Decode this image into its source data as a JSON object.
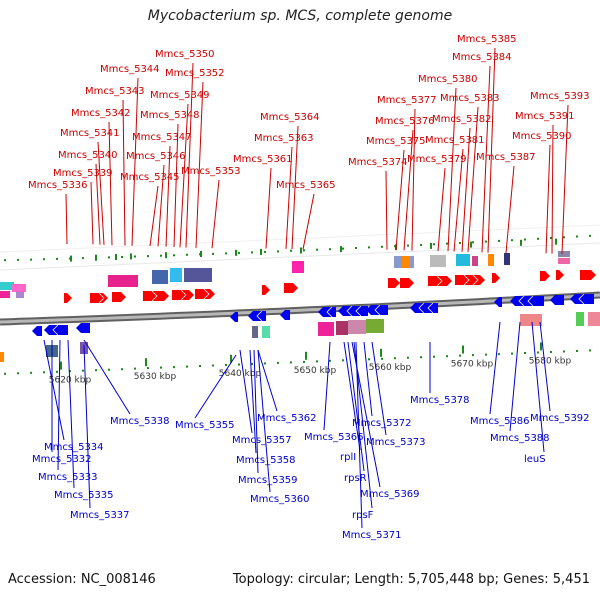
{
  "title": "Mycobacterium sp. MCS, complete genome",
  "footer": {
    "accession": "Accession: NC_008146",
    "summary": "Topology: circular; Length: 5,705,448 bp; Genes: 5,451"
  },
  "colors": {
    "top_labels": "#cc0000",
    "bottom_labels": "#0000cc",
    "forward_genes": "#ff0000",
    "reverse_genes": "#0000ee",
    "ticks": "#1a8a1a",
    "backbone": "#808080"
  },
  "scale_ticks": [
    "5620 kbp",
    "5630 kbp",
    "5640 kbp",
    "5650 kbp",
    "5660 kbp",
    "5670 kbp",
    "5680 kbp"
  ],
  "top_labels": [
    "Mmcs_5336",
    "Mmcs_5339",
    "Mmcs_5340",
    "Mmcs_5341",
    "Mmcs_5342",
    "Mmcs_5343",
    "Mmcs_5344",
    "Mmcs_5345",
    "Mmcs_5346",
    "Mmcs_5347",
    "Mmcs_5348",
    "Mmcs_5349",
    "Mmcs_5350",
    "Mmcs_5352",
    "Mmcs_5353",
    "Mmcs_5361",
    "Mmcs_5363",
    "Mmcs_5364",
    "Mmcs_5365",
    "Mmcs_5374",
    "Mmcs_5375",
    "Mmcs_5376",
    "Mmcs_5377",
    "Mmcs_5379",
    "Mmcs_5380",
    "Mmcs_5381",
    "Mmcs_5382",
    "Mmcs_5383",
    "Mmcs_5384",
    "Mmcs_5385",
    "Mmcs_5387",
    "Mmcs_5390",
    "Mmcs_5391",
    "Mmcs_5393"
  ],
  "bottom_labels": [
    "Mmcs_5334",
    "Mmcs_5332",
    "Mmcs_5333",
    "Mmcs_5335",
    "Mmcs_5337",
    "Mmcs_5338",
    "Mmcs_5355",
    "Mmcs_5357",
    "Mmcs_5358",
    "Mmcs_5359",
    "Mmcs_5360",
    "Mmcs_5362",
    "Mmcs_5366",
    "rplI",
    "rpsR",
    "Mmcs_5369",
    "rpsF",
    "Mmcs_5371",
    "Mmcs_5372",
    "Mmcs_5373",
    "Mmcs_5378",
    "Mmcs_5386",
    "Mmcs_5388",
    "leuS",
    "Mmcs_5392"
  ]
}
